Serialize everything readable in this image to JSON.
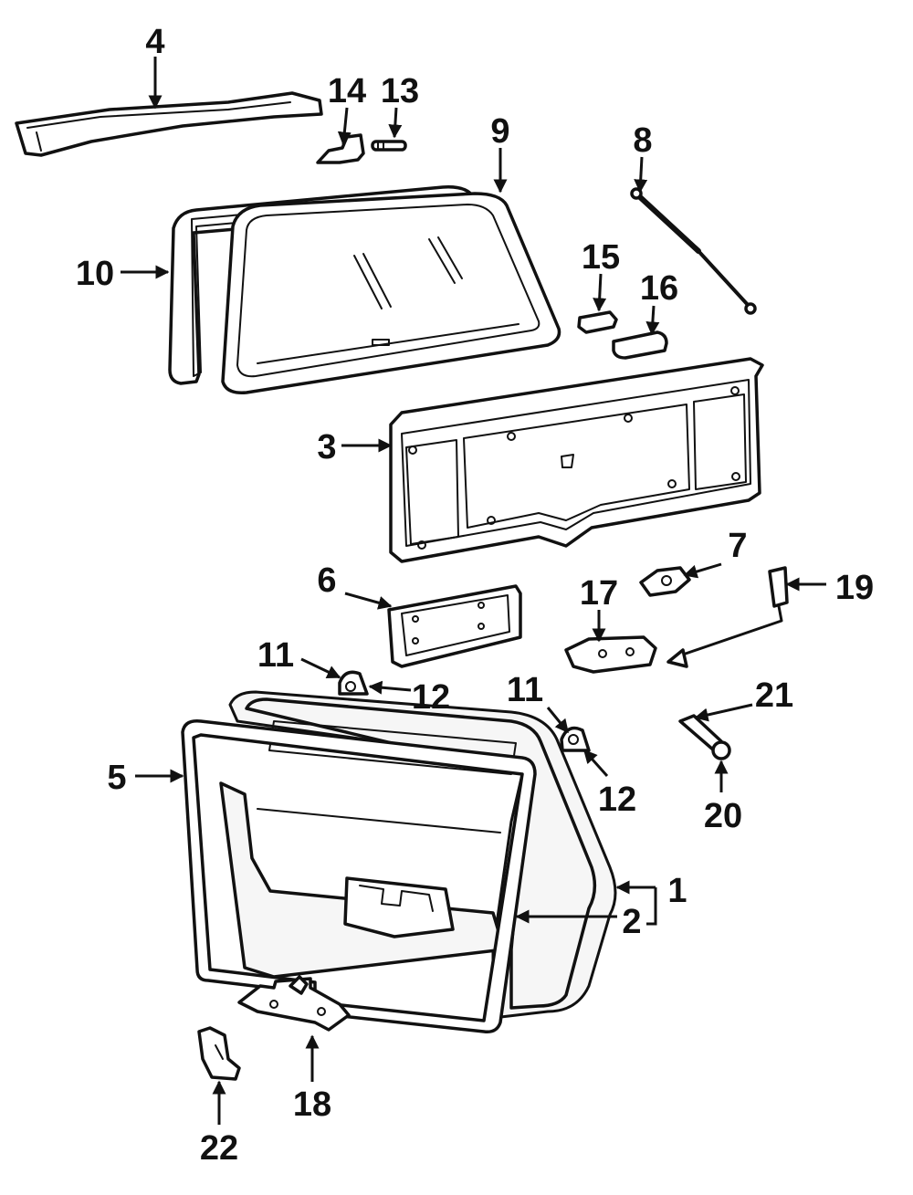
{
  "labels": {
    "l1": "1",
    "l2": "2",
    "l3": "3",
    "l4": "4",
    "l5": "5",
    "l6": "6",
    "l7": "7",
    "l8": "8",
    "l9": "9",
    "l10": "10",
    "l11a": "11",
    "l11b": "11",
    "l12a": "12",
    "l12b": "12",
    "l13": "13",
    "l14": "14",
    "l15": "15",
    "l16": "16",
    "l17": "17",
    "l18": "18",
    "l19": "19",
    "l20": "20",
    "l21": "21",
    "l22": "22"
  },
  "colors": {
    "ink": "#111111",
    "background": "#ffffff"
  }
}
